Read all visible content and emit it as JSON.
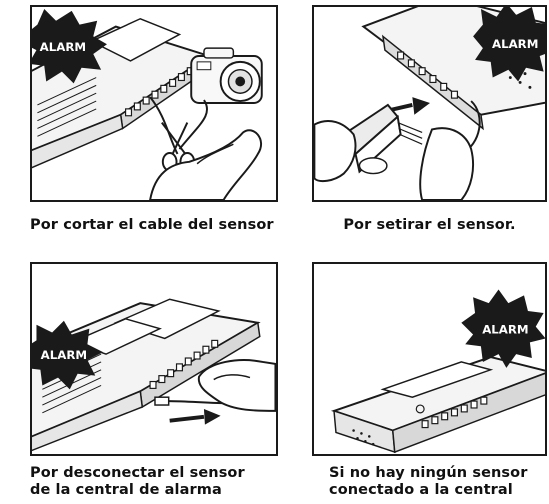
{
  "panels": [
    {
      "alarm_label": "ALARM",
      "caption": "Por cortar el cable del sensor"
    },
    {
      "alarm_label": "ALARM",
      "caption": "Por setirar el sensor."
    },
    {
      "alarm_label": "ALARM",
      "caption_line1": "Por desconectar el sensor",
      "caption_line2": "de la central de alarma"
    },
    {
      "alarm_label": "ALARM",
      "caption_line1": "Si no hay ningún sensor",
      "caption_line2": "conectado a la central"
    }
  ],
  "colors": {
    "ink": "#1a1a1a",
    "burst": "#1a1a1a",
    "device": "#f4f4f4",
    "shade": "#cfcfcf"
  }
}
